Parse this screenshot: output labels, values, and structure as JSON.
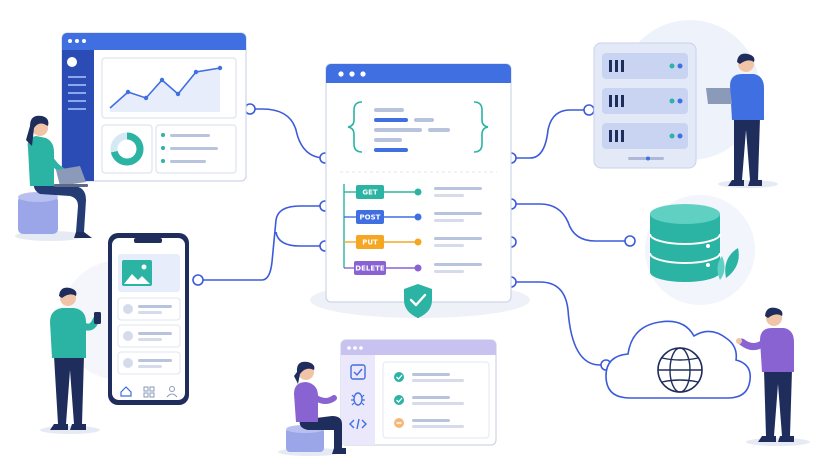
{
  "api": {
    "methods": [
      {
        "label": "GET",
        "color": "#2bb3a3"
      },
      {
        "label": "POST",
        "color": "#3f6fe0"
      },
      {
        "label": "PUT",
        "color": "#f5a623"
      },
      {
        "label": "DELETE",
        "color": "#8a63d2"
      }
    ]
  },
  "colors": {
    "primary": "#3f6fe0",
    "teal": "#2bb3a3",
    "purple": "#8a63d2",
    "orange": "#f5a623",
    "line": "#3b5bdb",
    "outline": "#1f2d5c",
    "skin": "#f2c4a7"
  },
  "icons": [
    "line-chart-icon",
    "donut-chart-icon",
    "image-icon",
    "home-icon",
    "grid-icon",
    "user-icon",
    "shield-check-icon",
    "checklist-icon",
    "bug-icon",
    "code-icon",
    "check-icon",
    "globe-icon",
    "cloud-icon",
    "server-icon",
    "database-icon",
    "leaf-icon"
  ]
}
